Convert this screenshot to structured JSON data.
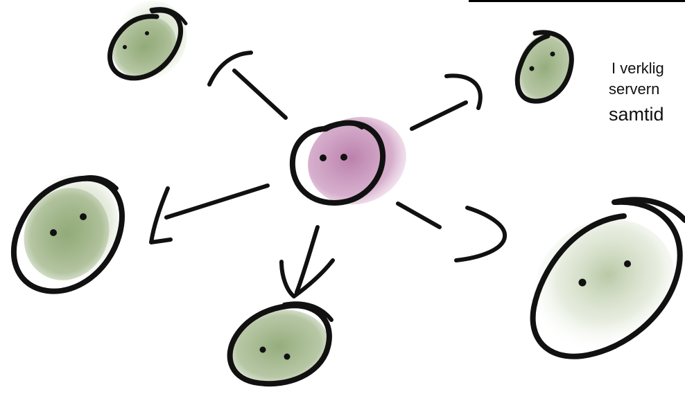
{
  "caption": {
    "line1": "I verklig",
    "line2": "servern",
    "line3": "samtid"
  },
  "colors": {
    "client_fill": "#8fa876",
    "server_fill": "#b77aa8",
    "ink": "#111111"
  },
  "icons": {
    "server": "purple-blob-face",
    "client": "green-blob-face",
    "arrow": "hand-drawn-arrow"
  }
}
